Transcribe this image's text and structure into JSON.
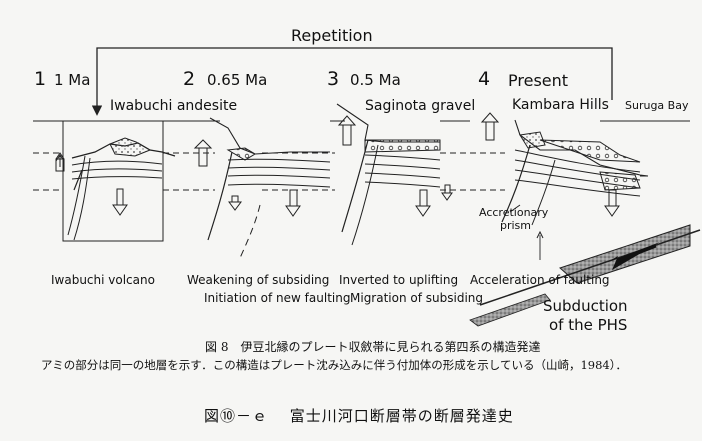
{
  "repetition": "Repetition",
  "steps": [
    {
      "num": "1",
      "label": "1 Ma"
    },
    {
      "num": "2",
      "label": "0.65 Ma"
    },
    {
      "num": "3",
      "label": "0.5 Ma"
    },
    {
      "num": "4",
      "label": "Present"
    }
  ],
  "features": {
    "iwabuchi_andesite": "Iwabuchi andesite",
    "saginota_gravel": "Saginota gravel",
    "kambara_hills": "Kambara Hills",
    "suruga_bay": "Suruga Bay",
    "accretionary_prism_1": "Accretionary",
    "accretionary_prism_2": "prism"
  },
  "captions": {
    "c1": "Iwabuchi volcano",
    "c2a": "Weakening of subsiding",
    "c2b": "Initiation of new faulting",
    "c3a": "Inverted to uplifting",
    "c3b": "Migration of subsiding",
    "c4a": "Acceleration of faulting",
    "sub1": "Subduction",
    "sub2": "of the PHS"
  },
  "figure": {
    "title": "図 8　伊豆北縁のプレート収斂帯に見られる第四系の構造発達",
    "desc": "アミの部分は同一の地層を示す．この構造はプレート沈み込みに伴う付加体の形成を示している（山崎，1984）．",
    "main_title": "図⑩－ｅ　 富士川河口断層帯の断層発達史"
  }
}
